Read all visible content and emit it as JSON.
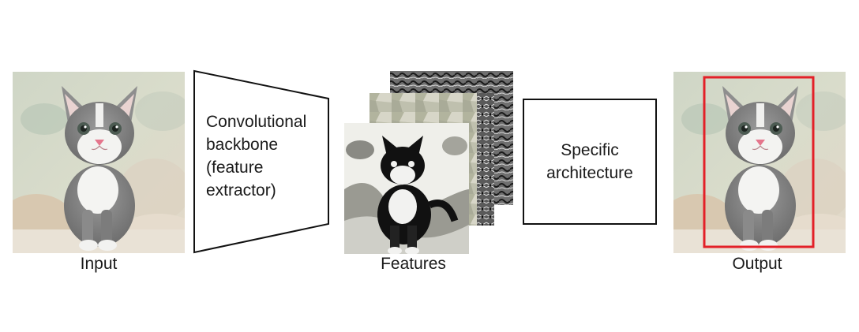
{
  "input": {
    "caption": "Input"
  },
  "backbone": {
    "lines": [
      "Convolutional",
      "backbone",
      "(feature",
      "extractor)"
    ]
  },
  "features": {
    "caption": "Features"
  },
  "architecture": {
    "lines": [
      "Specific",
      "architecture"
    ]
  },
  "output": {
    "caption": "Output"
  },
  "colors": {
    "detection_box": "#e32028",
    "outline": "#111111"
  },
  "icons": {
    "input_image": "kitten-photo",
    "feature_maps": "feature-map-stack",
    "output_image": "kitten-photo-with-bbox"
  }
}
